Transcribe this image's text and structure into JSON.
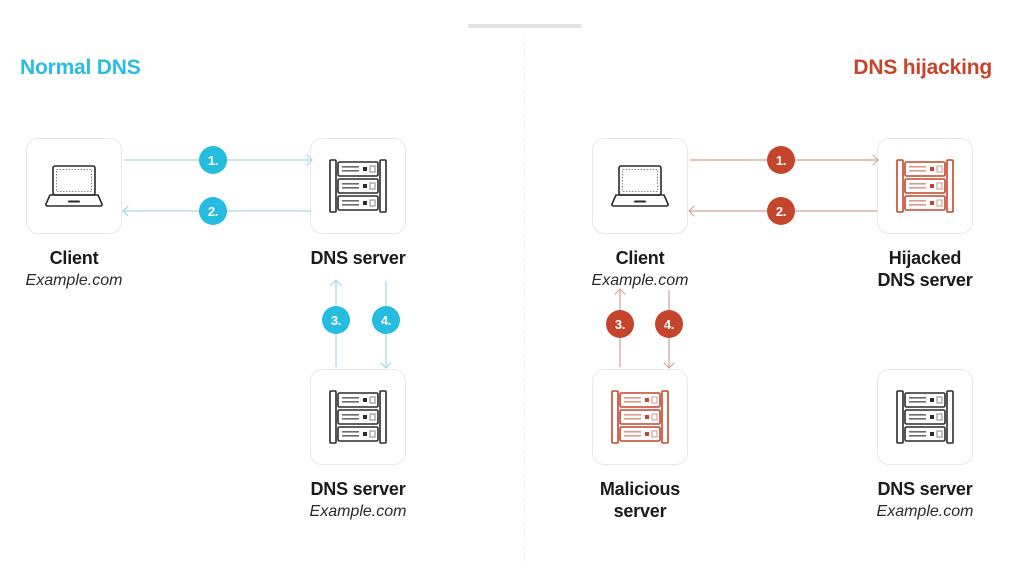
{
  "diagram": {
    "title_left": "Normal DNS",
    "title_right": "DNS hijacking",
    "colors": {
      "cyan": "#25BCE0",
      "cyan_line": "#c7e7ef",
      "red": "#C4452B",
      "red_line": "#e7c4bb",
      "text": "#1b1b1b",
      "box_border": "#e8e8e8",
      "divider": "#ececec"
    }
  },
  "left_panel": {
    "nodes": {
      "client": {
        "name": "Client",
        "sub": "Example.com",
        "icon": "laptop-icon",
        "icon_color": "dark"
      },
      "dns_top": {
        "name": "DNS server",
        "sub": "",
        "icon": "server-rack-icon",
        "icon_color": "dark"
      },
      "dns_bottom": {
        "name": "DNS server",
        "sub": "Example.com",
        "icon": "server-rack-icon",
        "icon_color": "dark"
      }
    },
    "steps": [
      {
        "label": "1.",
        "direction": "right"
      },
      {
        "label": "2.",
        "direction": "left"
      },
      {
        "label": "3.",
        "direction": "up"
      },
      {
        "label": "4.",
        "direction": "down"
      }
    ]
  },
  "right_panel": {
    "nodes": {
      "client": {
        "name": "Client",
        "sub": "Example.com",
        "icon": "laptop-icon",
        "icon_color": "dark"
      },
      "hijacked_dns": {
        "name": "Hijacked",
        "name2": "DNS server",
        "sub": "",
        "icon": "server-rack-icon",
        "icon_color": "red"
      },
      "malicious": {
        "name": "Malicious",
        "name2": "server",
        "sub": "",
        "icon": "server-rack-icon",
        "icon_color": "red"
      },
      "dns_bottom": {
        "name": "DNS server",
        "sub": "Example.com",
        "icon": "server-rack-icon",
        "icon_color": "dark"
      }
    },
    "steps": [
      {
        "label": "1.",
        "direction": "right"
      },
      {
        "label": "2.",
        "direction": "left"
      },
      {
        "label": "3.",
        "direction": "up"
      },
      {
        "label": "4.",
        "direction": "down"
      }
    ]
  }
}
